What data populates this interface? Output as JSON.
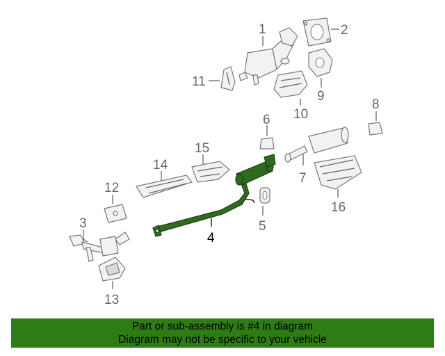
{
  "diagram": {
    "highlight_color": "#2e7d14",
    "callouts": {
      "c1": "1",
      "c2": "2",
      "c3": "3",
      "c4": "4",
      "c5": "5",
      "c6": "6",
      "c7": "7",
      "c8": "8",
      "c9": "9",
      "c10": "10",
      "c11": "11",
      "c12": "12",
      "c13": "13",
      "c14": "14",
      "c15": "15",
      "c16": "16"
    }
  },
  "banner": {
    "line1": "Part or sub-assembly is #4 in diagram",
    "line2": "Diagram may not be specific to your vehicle",
    "background": "#2e7d14"
  }
}
